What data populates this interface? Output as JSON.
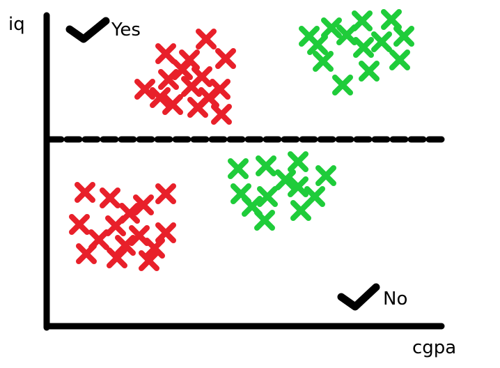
{
  "axes": {
    "y_label": "iq",
    "x_label": "cgpa"
  },
  "annotations": {
    "yes_label": "Yes",
    "no_label": "No"
  },
  "colors": {
    "class_red": "#e8202a",
    "class_green": "#1fcc3a",
    "ink": "#000000"
  },
  "groups": [
    {
      "name": "upper-red-cluster",
      "color": "class_red",
      "count": 15
    },
    {
      "name": "upper-green-cluster",
      "color": "class_green",
      "count": 13
    },
    {
      "name": "lower-red-cluster",
      "color": "class_red",
      "count": 15
    },
    {
      "name": "lower-green-cluster",
      "color": "class_green",
      "count": 12
    }
  ]
}
